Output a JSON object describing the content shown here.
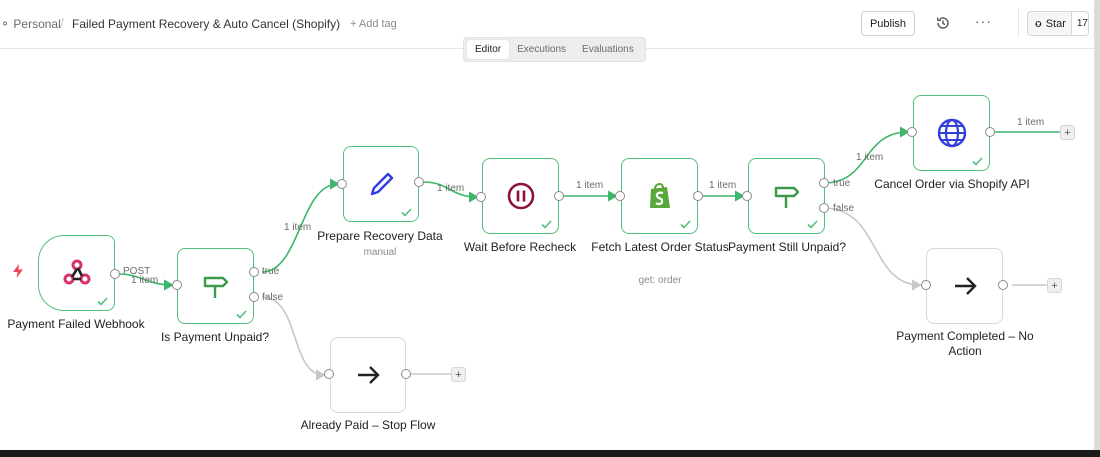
{
  "header": {
    "breadcrumb": "⚬ Personal",
    "separator": "/",
    "title": "Failed Payment Recovery & Auto Cancel (Shopify)",
    "add_tag": "+ Add tag",
    "publish_label": "Publish",
    "more_label": "···",
    "github_star_label": "Star",
    "github_star_count": "17",
    "icons": {
      "history": "history-icon",
      "more": "more-icon",
      "github": "github-icon"
    }
  },
  "tabs": [
    {
      "label": "Editor",
      "active": true
    },
    {
      "label": "Executions",
      "active": false
    },
    {
      "label": "Evaluations",
      "active": false
    }
  ],
  "nodes": {
    "webhook": {
      "label": "Payment Failed Webhook",
      "icon": "webhook-icon"
    },
    "if_unpaid": {
      "label": "Is Payment Unpaid?",
      "icon": "signpost-icon"
    },
    "prepare": {
      "label": "Prepare Recovery Data",
      "subtitle": "manual",
      "icon": "pencil-icon"
    },
    "wait": {
      "label": "Wait Before Recheck",
      "icon": "pause-icon"
    },
    "fetch": {
      "label": "Fetch Latest Order Status",
      "subtitle": "get: order",
      "icon": "shopify-icon"
    },
    "still_unpaid": {
      "label": "Payment Still Unpaid?",
      "icon": "signpost-icon"
    },
    "cancel": {
      "label": "Cancel Order via Shopify API",
      "icon": "globe-icon"
    },
    "completed": {
      "label": "Payment Completed – No Action",
      "icon": "arrow-right-icon"
    },
    "already_paid": {
      "label": "Already Paid – Stop Flow",
      "icon": "arrow-right-icon"
    }
  },
  "edge_labels": {
    "post": "POST",
    "item": "1 item",
    "true": "true",
    "false": "false"
  },
  "add_node_symbol": "+",
  "colors": {
    "success": "#4fc17a",
    "edge_active": "#3cb66a",
    "edge_idle": "#c8c8c8",
    "webhook": "#d6336c",
    "pencil": "#2f3ee0",
    "pause": "#8b1538",
    "shopify": "#5aa83a",
    "globe": "#3240d8",
    "trigger_bolt": "#f0445a"
  }
}
